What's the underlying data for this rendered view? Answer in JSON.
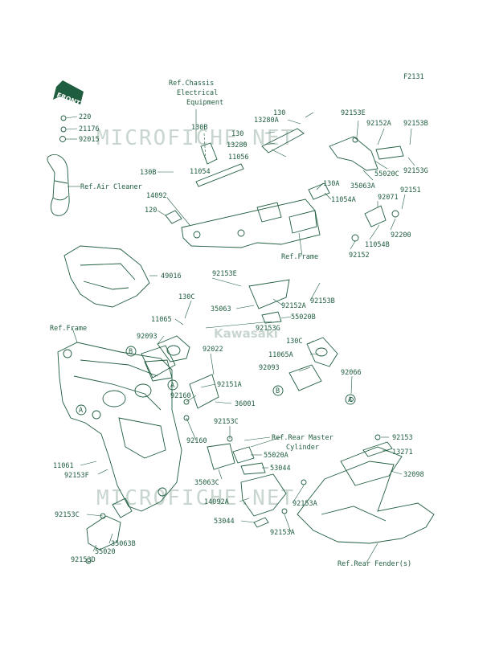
{
  "figure_code": "F2131",
  "front_arrow": "FRONT",
  "watermark": {
    "line_top": "MICROFICHE.NET",
    "logo": "Kawasaki",
    "line_bottom": "MICROFICHE.NET"
  },
  "ref_labels": {
    "chassis_line1": "Ref.Chassis",
    "chassis_line2": "Electrical",
    "chassis_line3": "Equipment",
    "air_cleaner": "Ref.Air Cleaner",
    "frame_left": "Ref.Frame",
    "frame_top": "Ref.Frame",
    "rear_master_line1": "Ref.Rear Master",
    "rear_master_line2": "Cylinder",
    "rear_fender": "Ref.Rear Fender(s)"
  },
  "callouts": {
    "A": "A",
    "B": "B"
  },
  "parts": {
    "p220": "220",
    "p21176": "21176",
    "p92015": "92015",
    "p130B_top": "130B",
    "p11054": "11054",
    "p130B_left": "130B",
    "p14092": "14092",
    "p120": "120",
    "p130_a": "130",
    "p13280A": "13280A",
    "p130_b": "130",
    "p13280": "13280",
    "p11056": "11056",
    "p92153E_top": "92153E",
    "p92152A_top": "92152A",
    "p92153B_top": "92153B",
    "p55020C": "55020C",
    "p92153G_right": "92153G",
    "p35063A": "35063A",
    "p130A": "130A",
    "p11054A": "11054A",
    "p92071": "92071",
    "p92151": "92151",
    "p92200": "92200",
    "p11054B": "11054B",
    "p92152": "92152",
    "p49016": "49016",
    "p92153E_mid": "92153E",
    "p130C_left": "130C",
    "p35063": "35063",
    "p92152A_mid": "92152A",
    "p92153B_mid": "92153B",
    "p11065": "11065",
    "p55020B": "55020B",
    "p92153G_mid": "92153G",
    "p92093_left": "92093",
    "p92022": "92022",
    "p130C_right": "130C",
    "p11065A": "11065A",
    "p92093_right": "92093",
    "p92066": "92066",
    "p92151A": "92151A",
    "p92160_a": "92160",
    "p36001": "36001",
    "p92153C_mid": "92153C",
    "p92160_b": "92160",
    "p55020A": "55020A",
    "p53044_a": "53044",
    "p35063C": "35063C",
    "p11061": "11061",
    "p92153F": "92153F",
    "p92153_right": "92153",
    "p13271": "13271",
    "p32098": "32098",
    "p14092A": "14092A",
    "p92153A_a": "92153A",
    "p53044_b": "53044",
    "p92153A_b": "92153A",
    "p92153C_left": "92153C",
    "p35063B": "35063B",
    "p55020": "55020",
    "p92153D": "92153D"
  }
}
